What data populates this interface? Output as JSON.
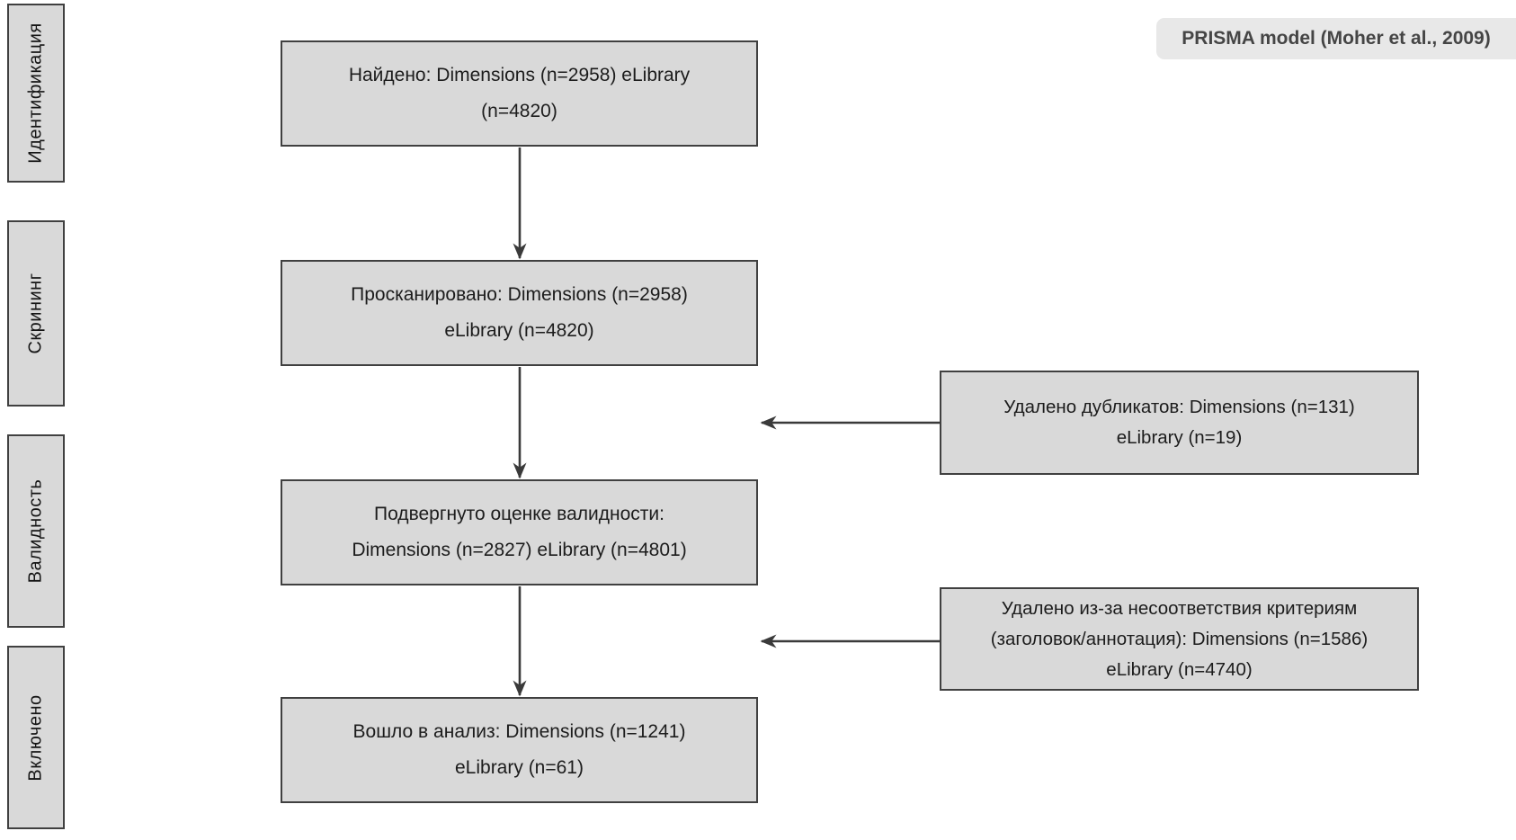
{
  "badge": {
    "label": "PRISMA model (Moher et al., 2009)"
  },
  "stages": [
    {
      "label": "Идентификация"
    },
    {
      "label": "Скрининг"
    },
    {
      "label": "Валидность"
    },
    {
      "label": "Включено"
    }
  ],
  "flow": [
    {
      "lines": [
        "Найдено: Dimensions (n=2958) eLibrary",
        "(n=4820)"
      ],
      "dimensions_n": 2958,
      "elibrary_n": 4820
    },
    {
      "lines": [
        "Просканировано: Dimensions (n=2958)",
        "eLibrary (n=4820)"
      ],
      "dimensions_n": 2958,
      "elibrary_n": 4820
    },
    {
      "lines": [
        "Подвергнуто оценке валидности:",
        "Dimensions (n=2827) eLibrary (n=4801)"
      ],
      "dimensions_n": 2827,
      "elibrary_n": 4801
    },
    {
      "lines": [
        "Вошло в анализ: Dimensions (n=1241)",
        "eLibrary (n=61)"
      ],
      "dimensions_n": 1241,
      "elibrary_n": 61
    }
  ],
  "side": [
    {
      "lines": [
        "Удалено дубликатов: Dimensions (n=131)",
        "eLibrary (n=19)"
      ],
      "dimensions_n": 131,
      "elibrary_n": 19
    },
    {
      "lines": [
        "Удалено из-за несоответствия критериям",
        "(заголовок/аннотация): Dimensions (n=1586)",
        "eLibrary (n=4740)"
      ],
      "dimensions_n": 1586,
      "elibrary_n": 4740
    }
  ],
  "colors": {
    "box_fill": "#d9d9d9",
    "box_border": "#404040",
    "badge_fill": "#e8e8e8",
    "badge_text": "#454545",
    "arrow": "#3a3a3a",
    "text": "#1c1c1c",
    "background": "#ffffff"
  }
}
